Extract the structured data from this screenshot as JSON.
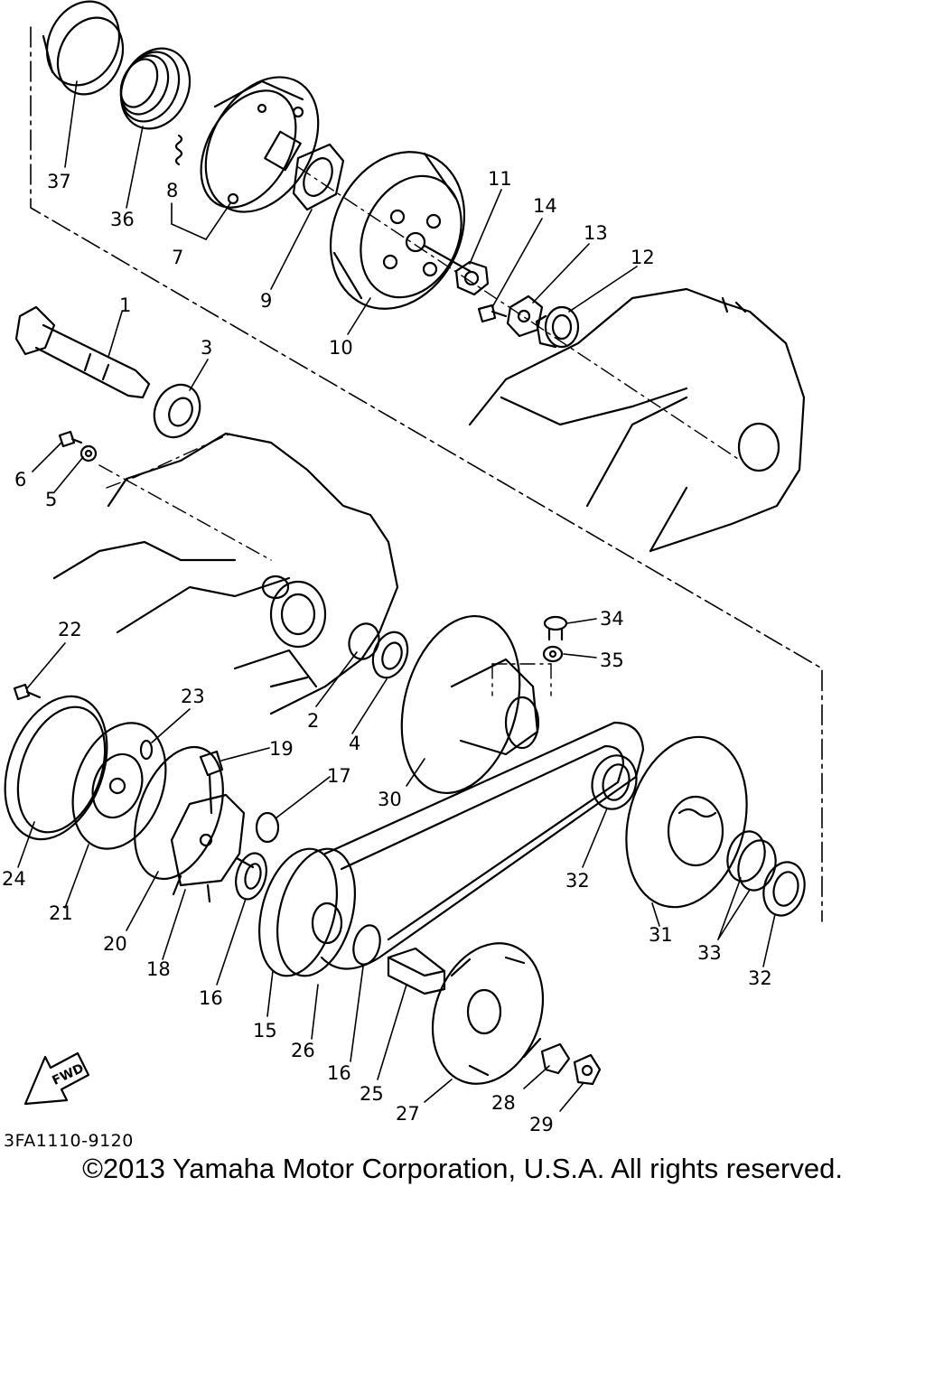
{
  "callouts": [
    {
      "label": "37"
    },
    {
      "label": "36"
    },
    {
      "label": "8"
    },
    {
      "label": "7"
    },
    {
      "label": "9"
    },
    {
      "label": "10"
    },
    {
      "label": "11"
    },
    {
      "label": "14"
    },
    {
      "label": "13"
    },
    {
      "label": "12"
    },
    {
      "label": "1"
    },
    {
      "label": "3"
    },
    {
      "label": "6"
    },
    {
      "label": "5"
    },
    {
      "label": "22"
    },
    {
      "label": "23"
    },
    {
      "label": "19"
    },
    {
      "label": "17"
    },
    {
      "label": "2"
    },
    {
      "label": "4"
    },
    {
      "label": "34"
    },
    {
      "label": "35"
    },
    {
      "label": "30"
    },
    {
      "label": "24"
    },
    {
      "label": "21"
    },
    {
      "label": "20"
    },
    {
      "label": "18"
    },
    {
      "label": "16"
    },
    {
      "label": "15"
    },
    {
      "label": "26"
    },
    {
      "label": "16"
    },
    {
      "label": "25"
    },
    {
      "label": "27"
    },
    {
      "label": "28"
    },
    {
      "label": "29"
    },
    {
      "label": "32"
    },
    {
      "label": "31"
    },
    {
      "label": "33"
    },
    {
      "label": "32"
    }
  ],
  "fwd_label": "FWD",
  "drawing_code": "3FA1110-9120",
  "copyright": "©2013 Yamaha Motor Corporation, U.S.A. All rights reserved."
}
